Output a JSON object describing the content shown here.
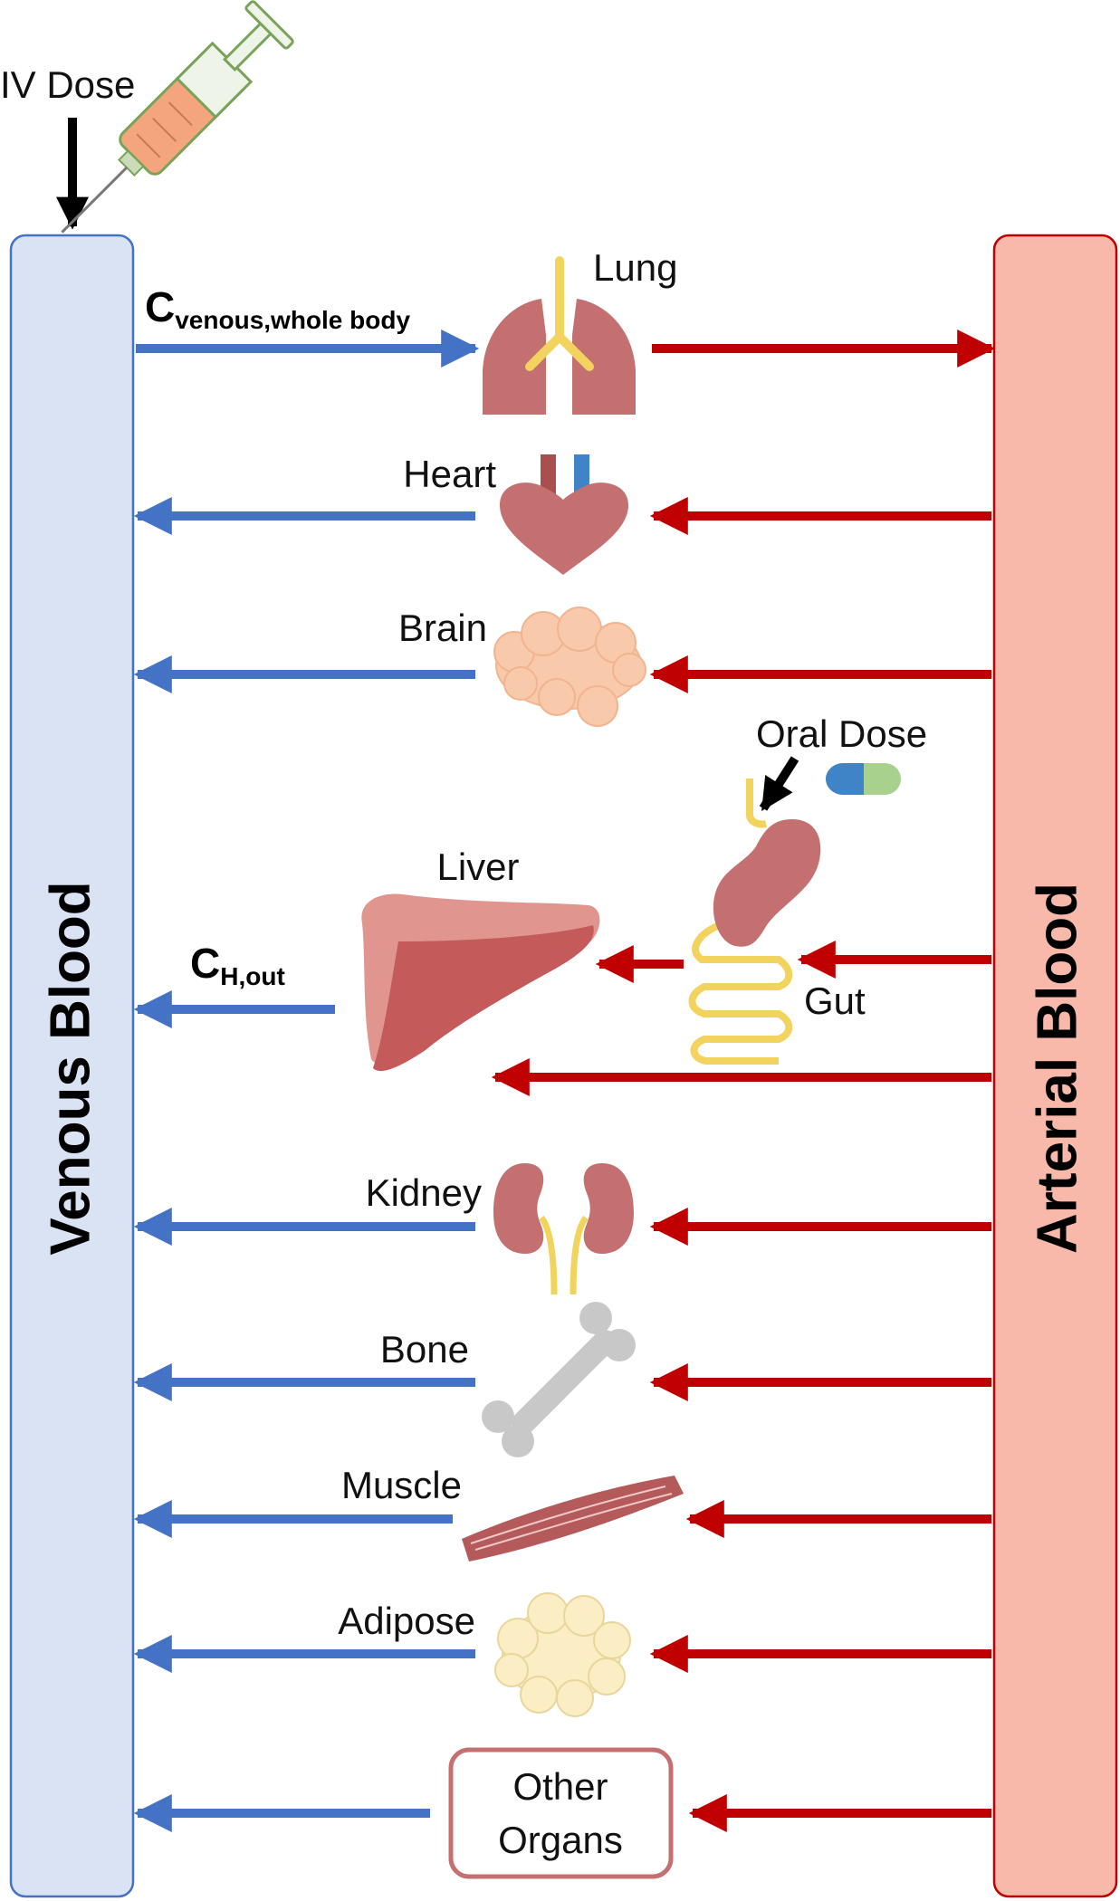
{
  "compartments": {
    "venous": "Venous Blood",
    "arterial": "Arterial Blood"
  },
  "doses": {
    "iv": "IV Dose",
    "oral": "Oral Dose"
  },
  "concentrations": {
    "venous_main": "C",
    "venous_sub": "venous,whole body",
    "hepatic_main": "C",
    "hepatic_sub": "H,out"
  },
  "organs": {
    "lung": "Lung",
    "heart": "Heart",
    "brain": "Brain",
    "liver": "Liver",
    "gut": "Gut",
    "kidney": "Kidney",
    "bone": "Bone",
    "muscle": "Muscle",
    "adipose": "Adipose",
    "other_line1": "Other",
    "other_line2": "Organs"
  },
  "colors": {
    "venous_fill": "#dae3f3",
    "venous_stroke": "#4472c4",
    "arterial_fill": "#f8b9aa",
    "arterial_stroke": "#c00000",
    "venous_arrow": "#4472c4",
    "arterial_arrow": "#c00000",
    "organ": "#c47070"
  }
}
